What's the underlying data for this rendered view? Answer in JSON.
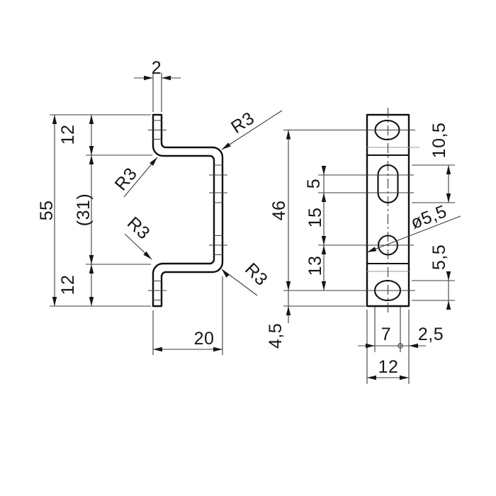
{
  "drawing": {
    "type": "technical-drawing",
    "part": "bent sheet-metal bracket, two orthographic views",
    "left_view": {
      "label": "profile-view",
      "dims": {
        "thickness": "2",
        "overall_height": "55",
        "top_flange": "12",
        "web_height": "(31)",
        "bottom_flange": "12",
        "depth": "20",
        "bend_radius": "R3"
      }
    },
    "right_view": {
      "label": "front-view",
      "dims": {
        "hole_span": "46",
        "slot_pitch": "5",
        "slot_to_hole": "15",
        "hole_to_bottom_slot": "13",
        "slot_length": "10,5",
        "hole_diameter": "ø5,5",
        "bottom_slot_height": "5,5",
        "bottom_edge_offset": "4,5",
        "bottom_slot_width": "7",
        "side_margin": "2,5",
        "strip_width": "12"
      }
    }
  }
}
